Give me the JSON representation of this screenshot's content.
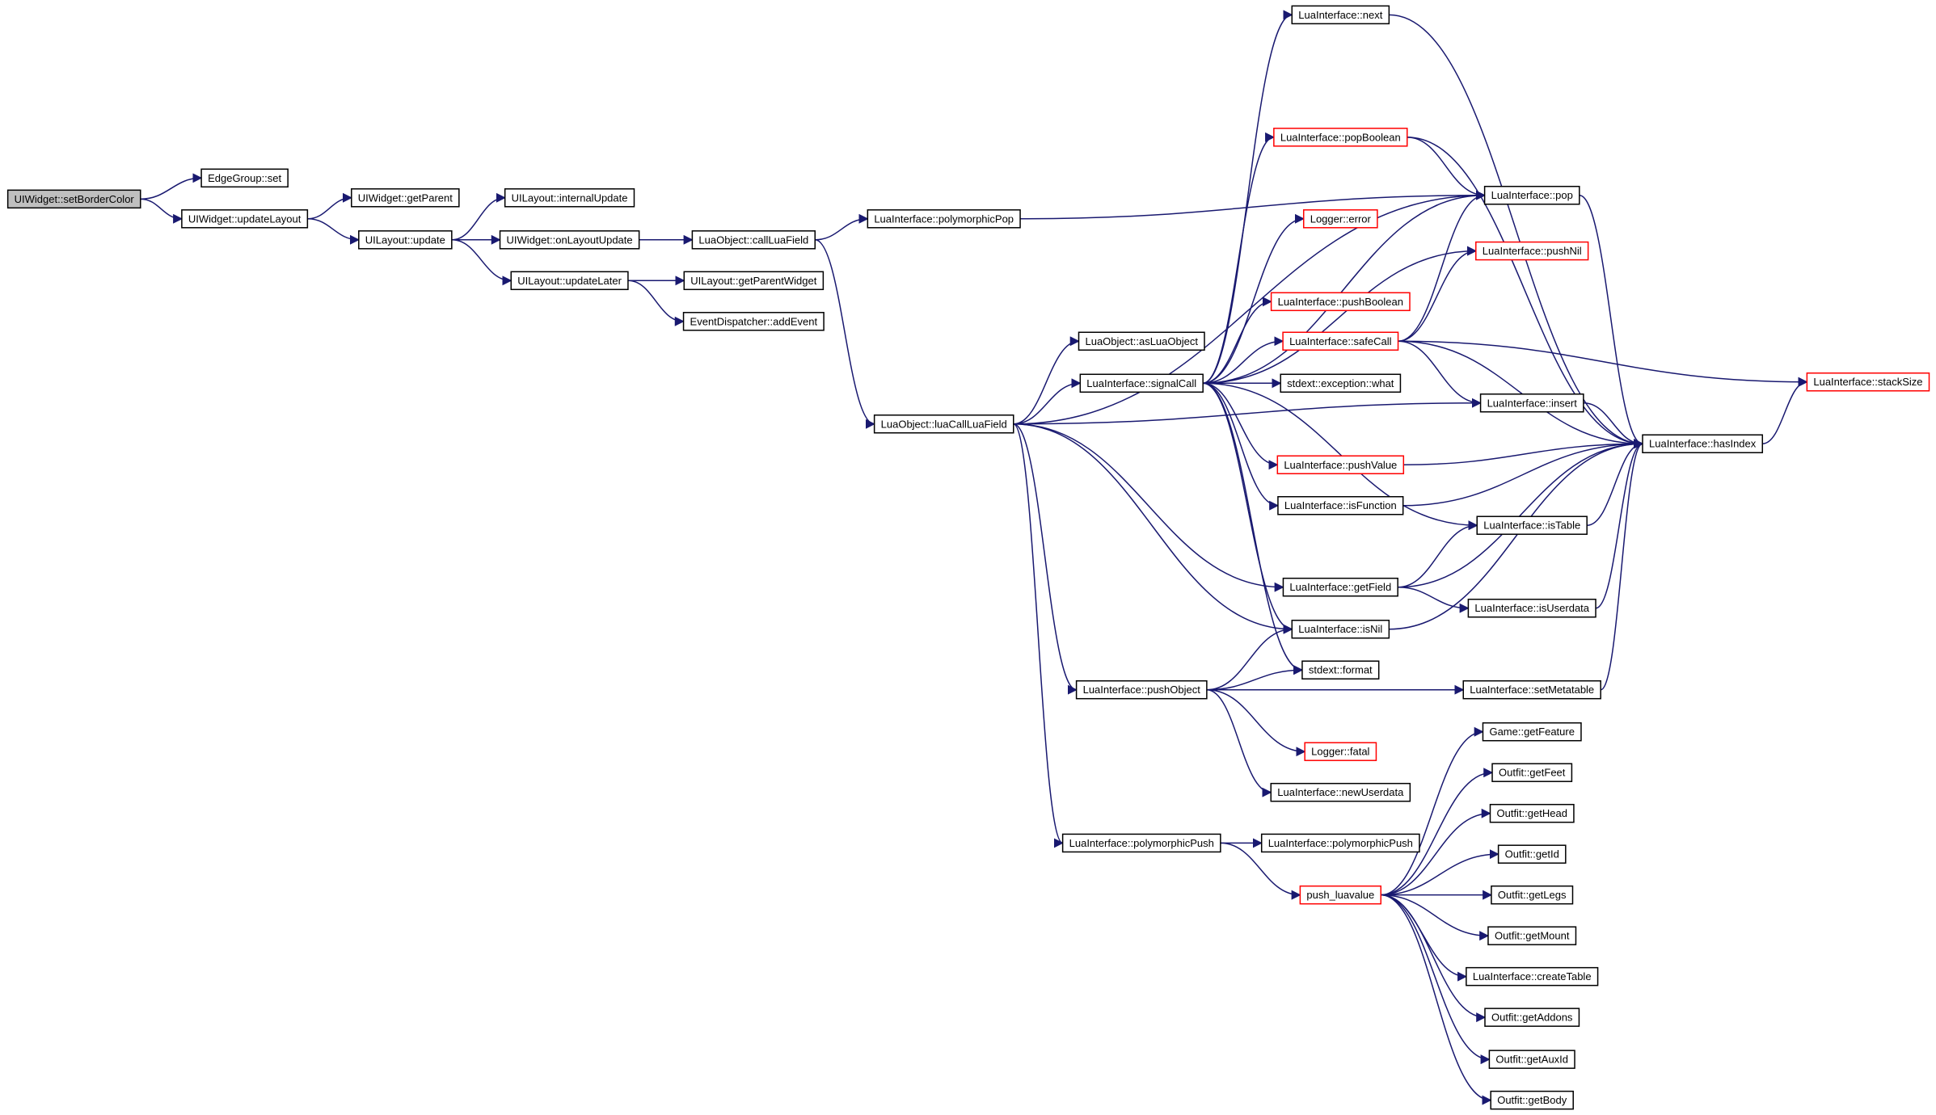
{
  "colors": {
    "edge": "#191970",
    "border_default": "#000000",
    "border_truncated": "#ff0000",
    "root_fill": "#bfbfbf",
    "fill_default": "#ffffff"
  },
  "nodes": [
    {
      "id": "n0",
      "label": "UIWidget::setBorderColor",
      "truncated": false,
      "root": true
    },
    {
      "id": "n1",
      "label": "EdgeGroup::set",
      "truncated": false
    },
    {
      "id": "n2",
      "label": "UIWidget::updateLayout",
      "truncated": false
    },
    {
      "id": "n3",
      "label": "UIWidget::getParent",
      "truncated": false
    },
    {
      "id": "n4",
      "label": "UILayout::update",
      "truncated": false
    },
    {
      "id": "n5",
      "label": "UILayout::internalUpdate",
      "truncated": false
    },
    {
      "id": "n6",
      "label": "UIWidget::onLayoutUpdate",
      "truncated": false
    },
    {
      "id": "n7",
      "label": "UILayout::updateLater",
      "truncated": false
    },
    {
      "id": "n8",
      "label": "LuaObject::callLuaField",
      "truncated": false
    },
    {
      "id": "n9",
      "label": "UILayout::getParentWidget",
      "truncated": false
    },
    {
      "id": "n10",
      "label": "EventDispatcher::addEvent",
      "truncated": false
    },
    {
      "id": "n11",
      "label": "LuaInterface::polymorphicPop",
      "truncated": false
    },
    {
      "id": "n12",
      "label": "LuaObject::luaCallLuaField",
      "truncated": false
    },
    {
      "id": "n13",
      "label": "LuaObject::asLuaObject",
      "truncated": false
    },
    {
      "id": "n14",
      "label": "LuaInterface::signalCall",
      "truncated": false
    },
    {
      "id": "n15",
      "label": "LuaInterface::pushObject",
      "truncated": false
    },
    {
      "id": "n16",
      "label": "LuaInterface::polymorphicPush",
      "truncated": false
    },
    {
      "id": "n17",
      "label": "LuaInterface::next",
      "truncated": false
    },
    {
      "id": "n18",
      "label": "LuaInterface::popBoolean",
      "truncated": true
    },
    {
      "id": "n19",
      "label": "Logger::error",
      "truncated": true
    },
    {
      "id": "n20",
      "label": "LuaInterface::pushBoolean",
      "truncated": true
    },
    {
      "id": "n21",
      "label": "LuaInterface::safeCall",
      "truncated": true
    },
    {
      "id": "n22",
      "label": "stdext::exception::what",
      "truncated": false
    },
    {
      "id": "n23",
      "label": "LuaInterface::pushValue",
      "truncated": true
    },
    {
      "id": "n24",
      "label": "LuaInterface::isFunction",
      "truncated": false
    },
    {
      "id": "n25",
      "label": "LuaInterface::getField",
      "truncated": false
    },
    {
      "id": "n26",
      "label": "LuaInterface::isNil",
      "truncated": false
    },
    {
      "id": "n27",
      "label": "stdext::format",
      "truncated": false
    },
    {
      "id": "n28",
      "label": "Logger::fatal",
      "truncated": true
    },
    {
      "id": "n29",
      "label": "LuaInterface::newUserdata",
      "truncated": false
    },
    {
      "id": "n30",
      "label": "LuaInterface::polymorphicPush",
      "truncated": false
    },
    {
      "id": "n31",
      "label": "push_luavalue",
      "truncated": true
    },
    {
      "id": "n32",
      "label": "LuaInterface::pop",
      "truncated": false
    },
    {
      "id": "n33",
      "label": "LuaInterface::pushNil",
      "truncated": true
    },
    {
      "id": "n34",
      "label": "LuaInterface::insert",
      "truncated": false
    },
    {
      "id": "n35",
      "label": "LuaInterface::isTable",
      "truncated": false
    },
    {
      "id": "n36",
      "label": "LuaInterface::isUserdata",
      "truncated": false
    },
    {
      "id": "n37",
      "label": "LuaInterface::setMetatable",
      "truncated": false
    },
    {
      "id": "n38",
      "label": "Game::getFeature",
      "truncated": false
    },
    {
      "id": "n39",
      "label": "Outfit::getFeet",
      "truncated": false
    },
    {
      "id": "n40",
      "label": "Outfit::getHead",
      "truncated": false
    },
    {
      "id": "n41",
      "label": "Outfit::getId",
      "truncated": false
    },
    {
      "id": "n42",
      "label": "Outfit::getLegs",
      "truncated": false
    },
    {
      "id": "n43",
      "label": "Outfit::getMount",
      "truncated": false
    },
    {
      "id": "n44",
      "label": "LuaInterface::createTable",
      "truncated": false
    },
    {
      "id": "n45",
      "label": "Outfit::getAddons",
      "truncated": false
    },
    {
      "id": "n46",
      "label": "Outfit::getAuxId",
      "truncated": false
    },
    {
      "id": "n47",
      "label": "Outfit::getBody",
      "truncated": false
    },
    {
      "id": "n48",
      "label": "LuaInterface::hasIndex",
      "truncated": false
    },
    {
      "id": "n49",
      "label": "LuaInterface::stackSize",
      "truncated": true
    }
  ],
  "edges": [
    [
      "n0",
      "n1"
    ],
    [
      "n0",
      "n2"
    ],
    [
      "n2",
      "n3"
    ],
    [
      "n2",
      "n4"
    ],
    [
      "n4",
      "n5"
    ],
    [
      "n4",
      "n6"
    ],
    [
      "n4",
      "n7"
    ],
    [
      "n6",
      "n8"
    ],
    [
      "n7",
      "n9"
    ],
    [
      "n7",
      "n10"
    ],
    [
      "n8",
      "n11"
    ],
    [
      "n8",
      "n12"
    ],
    [
      "n11",
      "n32"
    ],
    [
      "n12",
      "n32"
    ],
    [
      "n12",
      "n13"
    ],
    [
      "n12",
      "n14"
    ],
    [
      "n12",
      "n34"
    ],
    [
      "n12",
      "n25"
    ],
    [
      "n12",
      "n26"
    ],
    [
      "n12",
      "n15"
    ],
    [
      "n12",
      "n16"
    ],
    [
      "n14",
      "n17"
    ],
    [
      "n14",
      "n18"
    ],
    [
      "n14",
      "n19"
    ],
    [
      "n14",
      "n20"
    ],
    [
      "n14",
      "n21"
    ],
    [
      "n14",
      "n22"
    ],
    [
      "n14",
      "n23"
    ],
    [
      "n14",
      "n24"
    ],
    [
      "n14",
      "n35"
    ],
    [
      "n14",
      "n26"
    ],
    [
      "n14",
      "n27"
    ],
    [
      "n14",
      "n32"
    ],
    [
      "n14",
      "n33"
    ],
    [
      "n15",
      "n26"
    ],
    [
      "n15",
      "n27"
    ],
    [
      "n15",
      "n37"
    ],
    [
      "n15",
      "n28"
    ],
    [
      "n15",
      "n29"
    ],
    [
      "n16",
      "n30"
    ],
    [
      "n16",
      "n31"
    ],
    [
      "n31",
      "n38"
    ],
    [
      "n31",
      "n39"
    ],
    [
      "n31",
      "n40"
    ],
    [
      "n31",
      "n41"
    ],
    [
      "n31",
      "n42"
    ],
    [
      "n31",
      "n43"
    ],
    [
      "n31",
      "n44"
    ],
    [
      "n31",
      "n45"
    ],
    [
      "n31",
      "n46"
    ],
    [
      "n31",
      "n47"
    ],
    [
      "n17",
      "n48"
    ],
    [
      "n18",
      "n32"
    ],
    [
      "n18",
      "n48"
    ],
    [
      "n21",
      "n32"
    ],
    [
      "n21",
      "n33"
    ],
    [
      "n21",
      "n34"
    ],
    [
      "n21",
      "n48"
    ],
    [
      "n21",
      "n49"
    ],
    [
      "n23",
      "n48"
    ],
    [
      "n24",
      "n48"
    ],
    [
      "n25",
      "n35"
    ],
    [
      "n25",
      "n36"
    ],
    [
      "n25",
      "n48"
    ],
    [
      "n26",
      "n48"
    ],
    [
      "n32",
      "n48"
    ],
    [
      "n34",
      "n48"
    ],
    [
      "n35",
      "n48"
    ],
    [
      "n36",
      "n48"
    ],
    [
      "n37",
      "n48"
    ],
    [
      "n48",
      "n49"
    ]
  ]
}
